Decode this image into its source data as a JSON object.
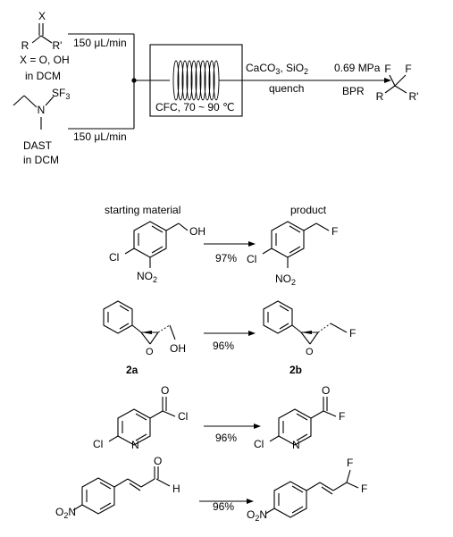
{
  "flow": {
    "top_substituent": "X",
    "r_label": "R",
    "r_prime_label": "R'",
    "x_definition": "X = O, OH",
    "in_dcm_1": "in DCM",
    "flow_rate_1": "150 μL/min",
    "reagent_sf3": "SF",
    "reagent_sf3_sub": "3",
    "n_label": "N",
    "dast_label": "DAST",
    "in_dcm_2": "in DCM",
    "flow_rate_2": "150 μL/min",
    "reactor_label": "CFC, 70 ~ 90 ℃",
    "quench_reagents_a": "CaCO",
    "quench_reagents_sub": "3",
    "quench_reagents_b": ", SiO",
    "quench_reagents_sub2": "2",
    "quench_label": "quench",
    "pressure_label": "0.69 MPa",
    "bpr_label": "BPR",
    "product_f1": "F",
    "product_f2": "F",
    "product_r": "R",
    "product_r_prime": "R'"
  },
  "table": {
    "header_start": "starting material",
    "header_product": "product",
    "rows": [
      {
        "yield": "97%",
        "sm_cl": "Cl",
        "sm_no2": "NO",
        "sm_no2_sub": "2",
        "sm_oh": "OH",
        "pr_cl": "Cl",
        "pr_no2": "NO",
        "pr_no2_sub": "2",
        "pr_f": "F"
      },
      {
        "yield": "96%",
        "sm_oh": "OH",
        "sm_o": "O",
        "pr_f": "F",
        "pr_o": "O",
        "sm_label": "2a",
        "pr_label": "2b"
      },
      {
        "yield": "96%",
        "sm_cl_acyl": "Cl",
        "sm_o": "O",
        "sm_cl_ring": "Cl",
        "sm_n": "N",
        "pr_f": "F",
        "pr_o": "O",
        "pr_cl_ring": "Cl",
        "pr_n": "N"
      },
      {
        "yield": "96%",
        "sm_o": "O",
        "sm_h": "H",
        "sm_no2": "O",
        "sm_no2_sub": "2",
        "sm_no2_n": "N",
        "pr_f1": "F",
        "pr_f2": "F",
        "pr_no2": "O",
        "pr_no2_sub": "2",
        "pr_no2_n": "N"
      }
    ]
  }
}
